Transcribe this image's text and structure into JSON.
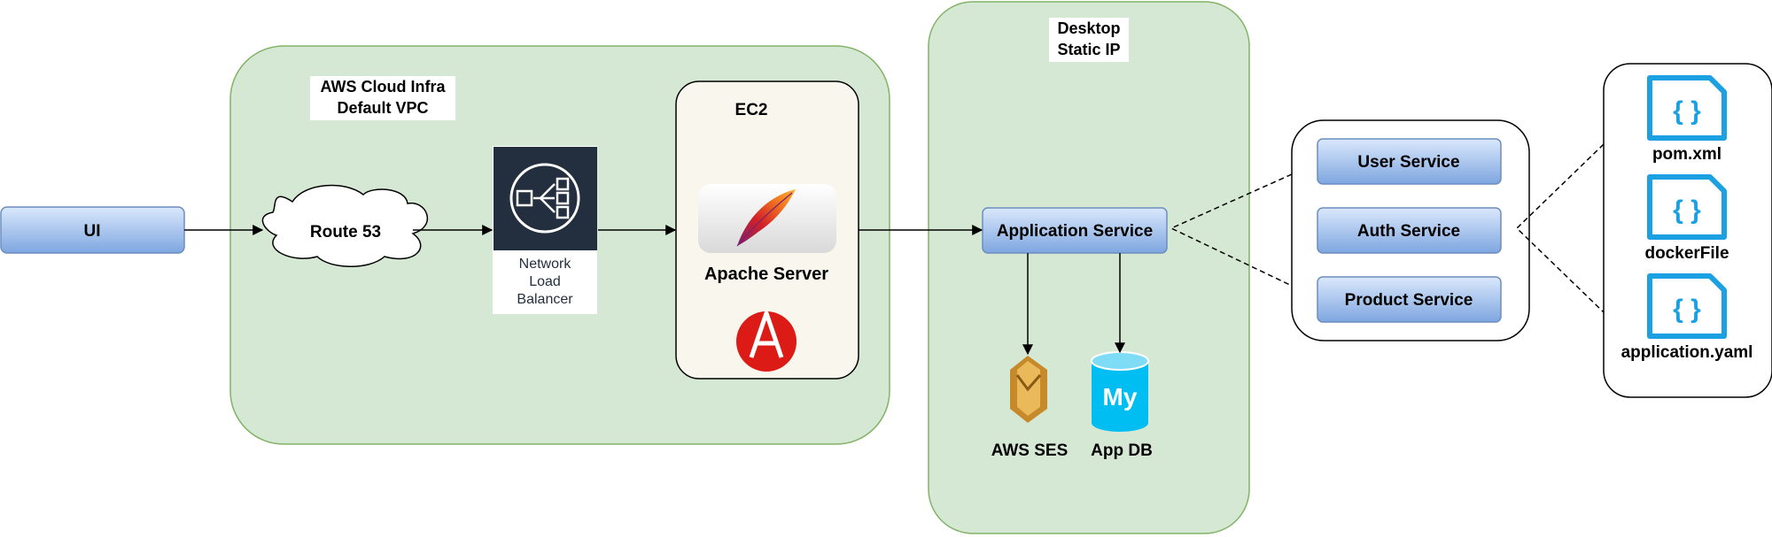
{
  "colors": {
    "zone_fill": "#d5e8d4",
    "zone_stroke": "#82b366",
    "service_fill_top": "#dae8fc",
    "service_fill_bottom": "#7ea6e0",
    "service_stroke": "#6c8ebf",
    "nlb_bg": "#232f3e",
    "ec2_fill": "#f9f7ed",
    "file_icon": "#1ba1e2",
    "mysql": "#00bef2",
    "ses": "#d9a741",
    "angular": "#dd1b16"
  },
  "ui": {
    "label": "UI"
  },
  "aws_zone": {
    "title_line1": "AWS Cloud Infra",
    "title_line2": "Default VPC"
  },
  "route53": {
    "label": "Route 53"
  },
  "nlb": {
    "label_line1": "Network",
    "label_line2": "Load",
    "label_line3": "Balancer",
    "icon": "network-load-balancer-icon"
  },
  "ec2": {
    "title": "EC2",
    "apache_label": "Apache Server",
    "icons": [
      "apache-feather-icon",
      "angular-icon"
    ]
  },
  "desktop_zone": {
    "title_line1": "Desktop",
    "title_line2": "Static IP"
  },
  "application_service": {
    "label": "Application Service"
  },
  "ses": {
    "label": "AWS SES",
    "icon": "aws-ses-icon"
  },
  "app_db": {
    "label": "App DB",
    "icon": "mysql-icon"
  },
  "microservices": {
    "items": [
      {
        "label": "User Service"
      },
      {
        "label": "Auth Service"
      },
      {
        "label": "Product Service"
      }
    ]
  },
  "config_files": {
    "items": [
      {
        "label": "pom.xml",
        "icon": "json-file-icon"
      },
      {
        "label": "dockerFile",
        "icon": "json-file-icon"
      },
      {
        "label": "application.yaml",
        "icon": "json-file-icon"
      }
    ]
  }
}
